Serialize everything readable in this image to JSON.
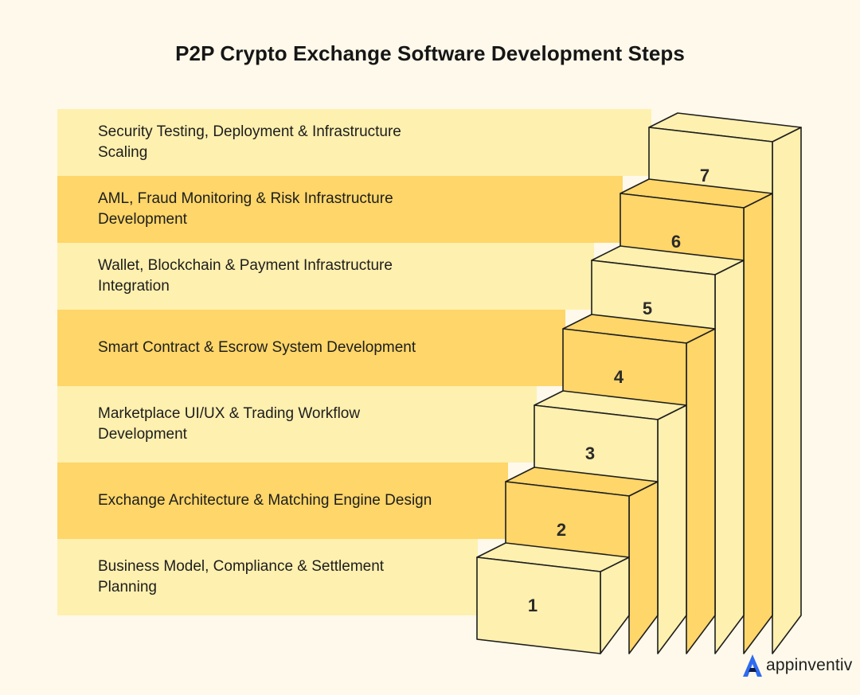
{
  "title": "P2P Crypto Exchange Software Development Steps",
  "colors": {
    "background": "#FEF9EA",
    "band_light": "#FEF0AF",
    "band_dark": "#FED669",
    "face_light": "#FEF0AF",
    "face_dark": "#FED669",
    "outline": "#1e1e1e",
    "brand_accent": "#2E6BF0"
  },
  "steps": [
    {
      "number": "1",
      "label": "Business Model, Compliance & Settlement Planning",
      "tone": "light"
    },
    {
      "number": "2",
      "label": "Exchange Architecture & Matching Engine Design",
      "tone": "dark"
    },
    {
      "number": "3",
      "label": "Marketplace UI/UX & Trading Workflow Development",
      "tone": "light"
    },
    {
      "number": "4",
      "label": "Smart Contract & Escrow System Development",
      "tone": "dark"
    },
    {
      "number": "5",
      "label": "Wallet, Blockchain & Payment Infrastructure Integration",
      "tone": "light"
    },
    {
      "number": "6",
      "label": "AML, Fraud Monitoring & Risk Infrastructure Development",
      "tone": "dark"
    },
    {
      "number": "7",
      "label": "Security Testing, Deployment & Infrastructure Scaling",
      "tone": "light"
    }
  ],
  "brand": {
    "name": "appinventiv",
    "icon": "appinventiv-logo-icon"
  }
}
